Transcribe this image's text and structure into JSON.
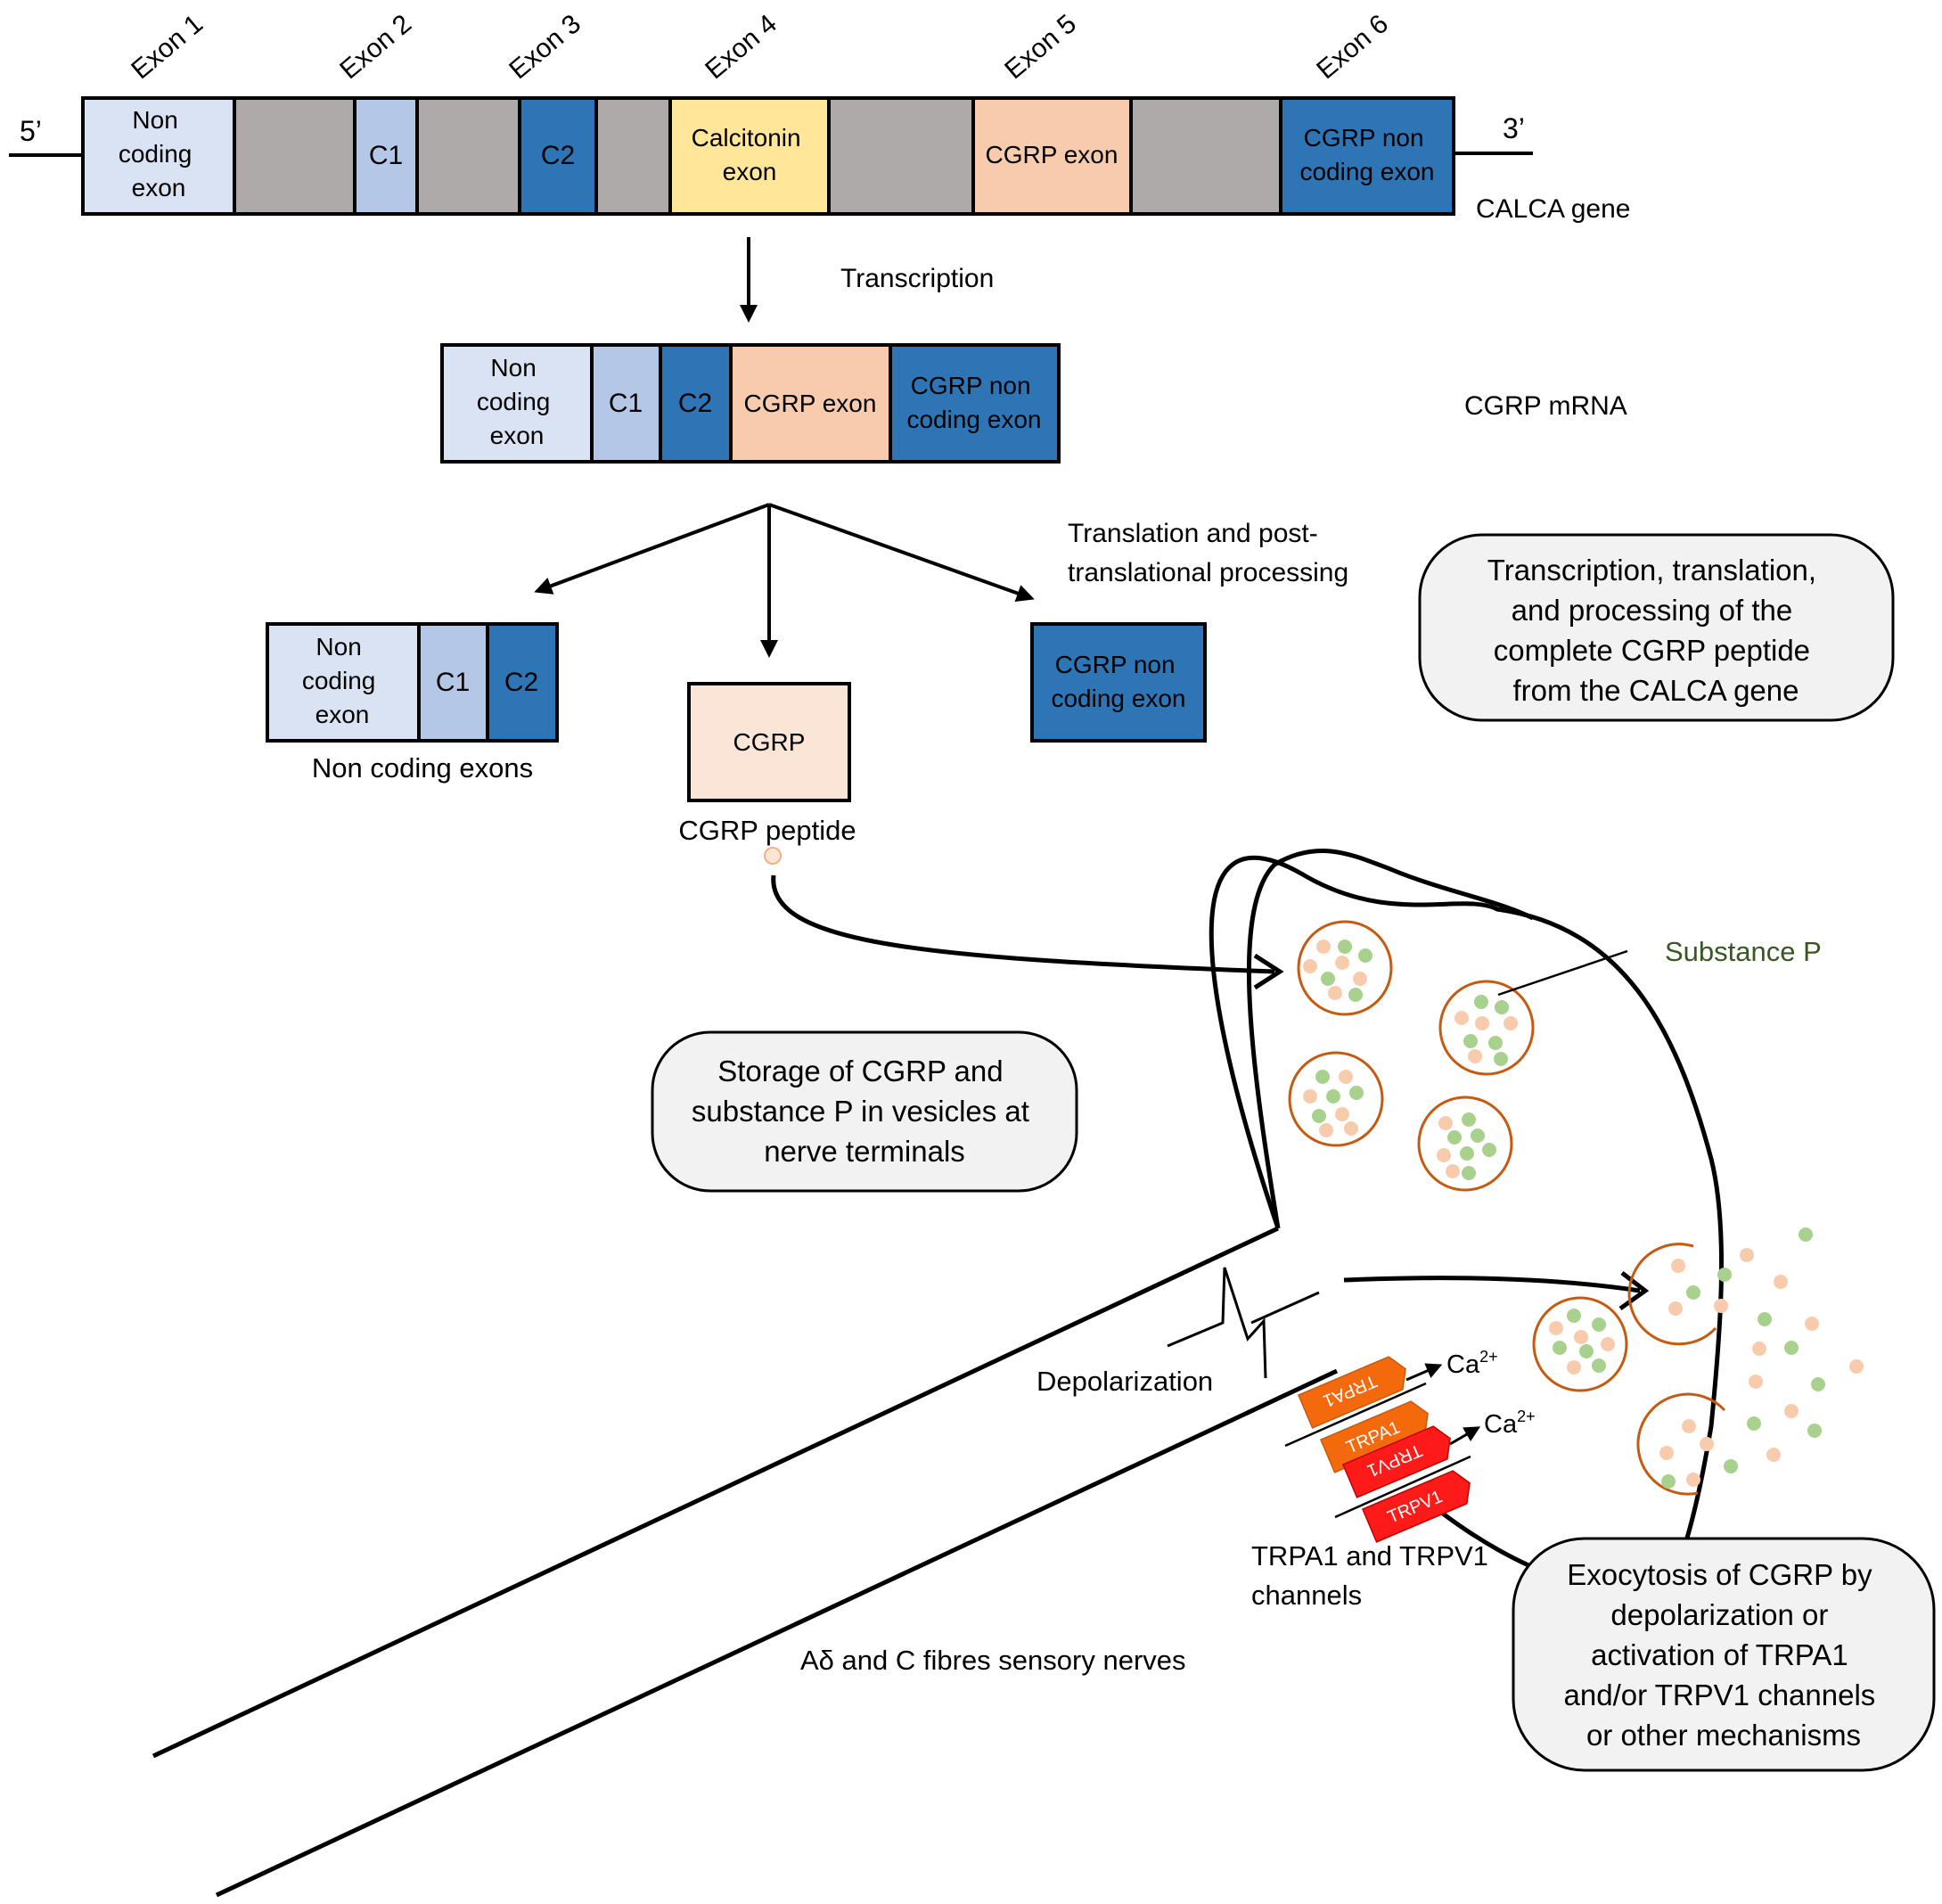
{
  "gene": {
    "exon_labels": [
      "Exon 1",
      "Exon 2",
      "Exon 3",
      "Exon 4",
      "Exon 5",
      "Exon 6"
    ],
    "five_prime": "5’",
    "three_prime": "3’",
    "noncoding_exon": [
      "Non",
      "coding",
      "exon"
    ],
    "c1": "C1",
    "c2": "C2",
    "calcitonin_exon": [
      "Calcitonin",
      "exon"
    ],
    "cgrp_exon": "CGRP exon",
    "cgrp_noncoding_exon": [
      "CGRP non",
      "coding exon"
    ],
    "label": "CALCA gene"
  },
  "transcription": {
    "label": "Transcription"
  },
  "mrna": {
    "noncoding_exon": [
      "Non",
      "coding",
      "exon"
    ],
    "c1": "C1",
    "c2": "C2",
    "cgrp_exon": "CGRP exon",
    "cgrp_noncoding_exon": [
      "CGRP non",
      "coding exon"
    ],
    "label": "CGRP mRNA"
  },
  "translation": {
    "label": [
      "Translation and post-",
      "translational processing"
    ]
  },
  "products": {
    "noncoding_block": [
      "Non",
      "coding",
      "exon"
    ],
    "c1": "C1",
    "c2": "C2",
    "noncoding_label": "Non coding exons",
    "cgrp_box": "CGRP",
    "peptide_label": "CGRP peptide",
    "cgrp_noncoding": [
      "CGRP non",
      "coding exon"
    ]
  },
  "callouts": {
    "transcription": [
      "Transcription, translation,",
      "and processing of the",
      "complete CGRP peptide",
      "from the CALCA gene"
    ],
    "storage": [
      "Storage of CGRP and",
      "substance P in vesicles at",
      "nerve terminals"
    ],
    "exocytosis": [
      "Exocytosis of CGRP by",
      "depolarization or",
      "activation of TRPA1",
      "and/or TRPV1 channels",
      "or other mechanisms"
    ]
  },
  "nerve": {
    "substance_p": "Substance P",
    "depolarization": "Depolarization",
    "calcium": "Ca",
    "calcium_charge": "2+",
    "trpa1": "TRPA1",
    "trpv1": "TRPV1",
    "channels_label": [
      "TRPA1 and TRPV1",
      "channels"
    ],
    "fibres_label": "Aδ and C fibres sensory nerves"
  },
  "colors": {
    "noncoding": "#dae3f3",
    "c1": "#b4c7e7",
    "c2": "#2e75b6",
    "calcitonin": "#ffe699",
    "cgrp": "#f8cbad",
    "cgrp_peptide": "#fbe5d6",
    "intron": "#aeaaaa",
    "vesicle": "#c55a11",
    "cgrp_dot": "#f8cbad",
    "substance_p_dot": "#a9d18e",
    "trpa1": "#f4690b",
    "trpv1": "#ff1a1a",
    "callout_fill": "#f2f2f2",
    "substance_p_text": "#385723"
  }
}
